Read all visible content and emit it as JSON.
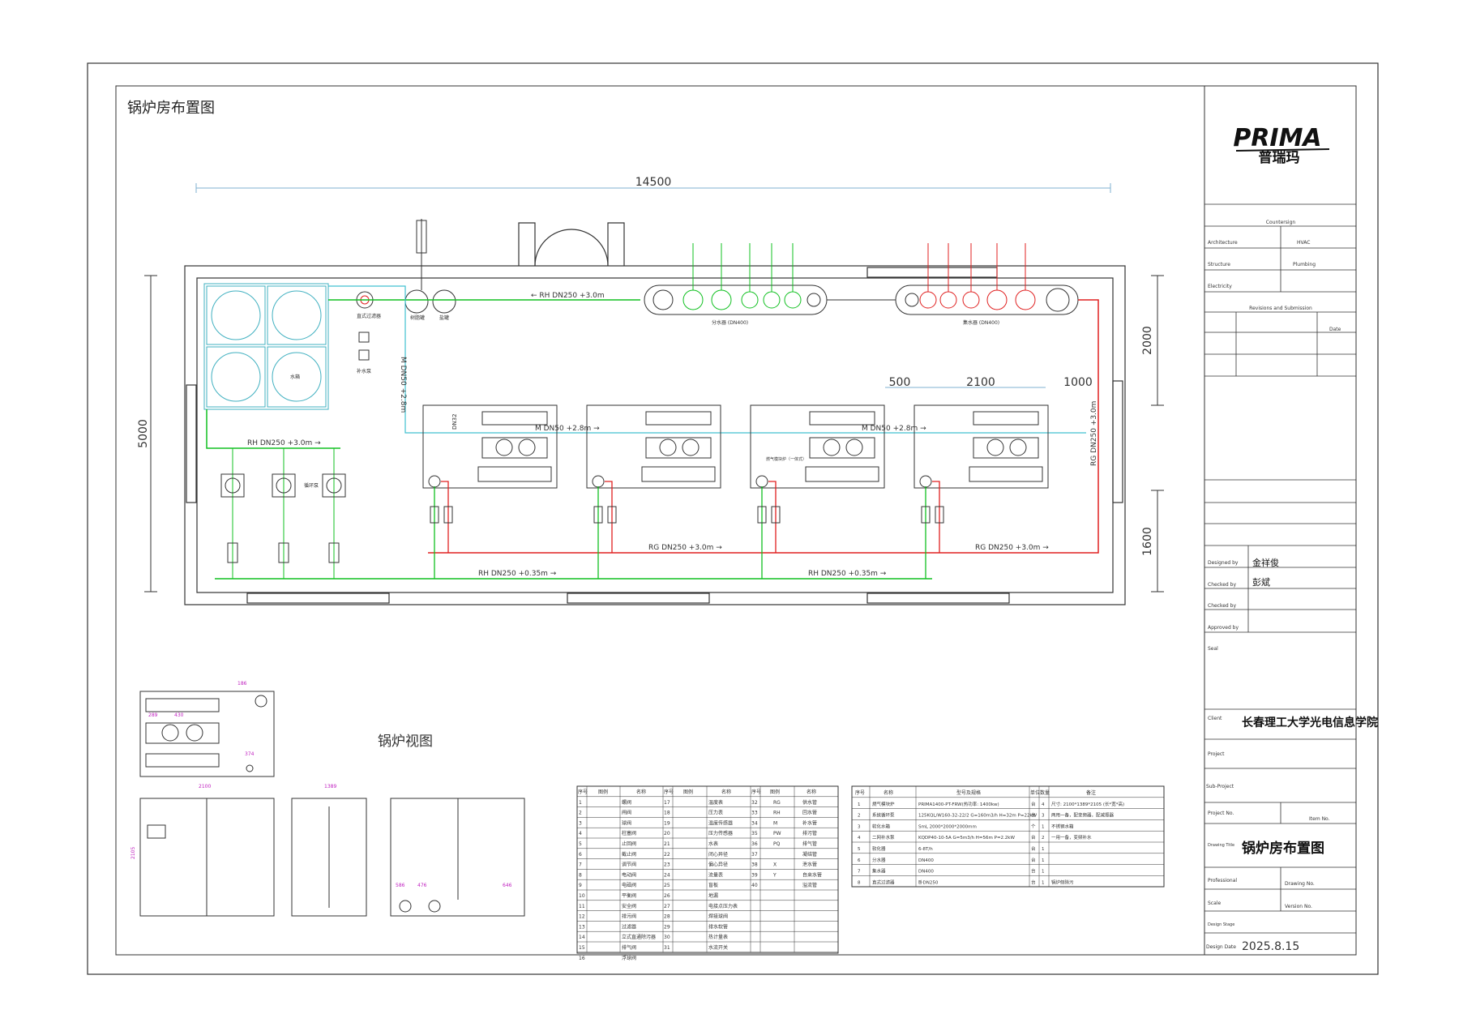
{
  "title": "锅炉房布置图",
  "boiler_view_title": "锅炉视图",
  "colors": {
    "supply": "#e02020",
    "return": "#10c020",
    "makeup": "#40c0d0",
    "frame": "#222222",
    "dim": "#7fb0d0"
  },
  "logo": {
    "brand": "PRIMA",
    "brand_cn": "普瑞玛"
  },
  "dimensions": {
    "overall_width": "14500",
    "overall_height": "5000",
    "right_upper": "2000",
    "right_lower": "1600",
    "gap1": "500",
    "boiler_width": "2100",
    "gap2": "1000"
  },
  "pipe_labels": {
    "rh_top": "← RH DN250 +3.0m",
    "m_vertical": "M DN50 +2.8m",
    "rh_left": "RH DN250 +3.0m →",
    "m_boilers_1": "M DN50 +2.8m →",
    "m_boilers_2": "M DN50 +2.8m →",
    "rg_mid": "RG DN250 +3.0m →",
    "rg_right": "RG DN250 +3.0m →",
    "rh_bottom_1": "RH DN250 +0.35m →",
    "rh_bottom_2": "RH DN250 +0.35m →",
    "rg_vertical": "RG DN250 +3.0m"
  },
  "equipment_labels": {
    "filter": "直式过滤器",
    "softener": "树脂罐",
    "brine": "盐罐",
    "makeup_pump": "补水泵",
    "tank": "水箱",
    "circ_pump": "循环泵",
    "distributor": "分水器 (DN400)",
    "collector": "集水器 (DN400)",
    "boiler_name": "燃气模块炉（一体式）",
    "dn32": "DN32"
  },
  "legend": {
    "headers": [
      "序号",
      "图例",
      "名称"
    ],
    "col1": [
      [
        "1",
        "螺阀"
      ],
      [
        "2",
        "闸阀"
      ],
      [
        "3",
        "球阀"
      ],
      [
        "4",
        "柱塞阀"
      ],
      [
        "5",
        "止回阀"
      ],
      [
        "6",
        "截止阀"
      ],
      [
        "7",
        "调节阀"
      ],
      [
        "8",
        "电动阀"
      ],
      [
        "9",
        "电磁阀"
      ],
      [
        "10",
        "平衡阀"
      ],
      [
        "11",
        "安全阀"
      ],
      [
        "12",
        "排污阀"
      ],
      [
        "13",
        "过滤器"
      ],
      [
        "14",
        "立式直通除污器"
      ],
      [
        "15",
        "排气阀"
      ],
      [
        "16",
        "浮球阀"
      ]
    ],
    "col2": [
      [
        "17",
        "温度表"
      ],
      [
        "18",
        "压力表"
      ],
      [
        "19",
        "温度传感器"
      ],
      [
        "20",
        "压力传感器"
      ],
      [
        "21",
        "水表"
      ],
      [
        "22",
        "闭心异径"
      ],
      [
        "23",
        "偏心异径"
      ],
      [
        "24",
        "流量表"
      ],
      [
        "25",
        "盲板"
      ],
      [
        "26",
        "地漏"
      ],
      [
        "27",
        "电接点压力表"
      ],
      [
        "28",
        "焊接球阀"
      ],
      [
        "29",
        "排水软管"
      ],
      [
        "30",
        "热计量表"
      ],
      [
        "31",
        "水流开关"
      ]
    ],
    "col3": [
      [
        "32",
        "RG",
        "供水管"
      ],
      [
        "33",
        "RH",
        "回水管"
      ],
      [
        "34",
        "M",
        "补水管"
      ],
      [
        "35",
        "PW",
        "排污管"
      ],
      [
        "36",
        "PQ",
        "排气管"
      ],
      [
        "37",
        "",
        "凝结管"
      ],
      [
        "38",
        "X",
        "泄水管"
      ],
      [
        "39",
        "Y",
        "自来水管"
      ],
      [
        "40",
        "",
        "溢流管"
      ]
    ]
  },
  "equipment_table": {
    "headers": [
      "序号",
      "名称",
      "型号及规格",
      "单位",
      "数量",
      "备注"
    ],
    "rows": [
      [
        "1",
        "燃气模块炉",
        "PRIMA1400-PT-FRW(热功率: 1400kw)",
        "台",
        "4",
        "尺寸: 2100*1389*2105 (长*宽*高)"
      ],
      [
        "2",
        "系统循环泵",
        "125KQL/W160-32-22/2 G=160m3/h H=32m P=22kW",
        "台",
        "3",
        "两用一备，配变频器，配减振器"
      ],
      [
        "3",
        "软化水箱",
        "SmL 2000*2000*2000mm",
        "个",
        "1",
        "不锈钢水箱"
      ],
      [
        "4",
        "二网补水泵",
        "KQDP40-10-5A G=5m3/h H=56m P=2.2kW",
        "台",
        "2",
        "一用一备，变频补水"
      ],
      [
        "5",
        "软化器",
        "6-8T/h",
        "台",
        "1",
        ""
      ],
      [
        "6",
        "分水器",
        "DN400",
        "台",
        "1",
        ""
      ],
      [
        "7",
        "集水器",
        "DN400",
        "台",
        "1",
        ""
      ],
      [
        "8",
        "直式过滤器",
        "卧DN250",
        "台",
        "1",
        "锅炉侧除污"
      ]
    ]
  },
  "title_block": {
    "countersign": "Countersign",
    "architecture": "Architecture",
    "hvac": "HVAC",
    "structure": "Structure",
    "plumbing": "Plumbing",
    "electricity": "Electricity",
    "revisions": "Revisions and Submission",
    "date": "Date",
    "designed_by": "Designed by",
    "designer": "金祥俊",
    "checked_by_1": "Checked by",
    "checker": "彭斌",
    "checked_by_2": "Checked by",
    "approved_by": "Approved by",
    "seal": "Seal",
    "client_label": "Client",
    "client": "长春理工大学光电信息学院",
    "project_label": "Project",
    "subproject_label": "Sub-Project",
    "project_no": "Project No.",
    "item_no": "Item No.",
    "drawing_title_label": "Drawing Title",
    "drawing_title": "锅炉房布置图",
    "professional": "Professional",
    "drawing_no": "Drawing No.",
    "scale": "Scale",
    "version_no": "Version No.",
    "design_stage": "Design Stage",
    "design_date_label": "Design Date",
    "design_date": "2025.8.15"
  },
  "view_dims": {
    "plan_w1": "186",
    "plan_w2": "430",
    "plan_w3": "289",
    "plan_w4": "374",
    "front_w": "2100",
    "side_w": "1389",
    "height": "2105",
    "rear_w1": "586",
    "rear_w2": "476",
    "rear_w3": "646"
  }
}
